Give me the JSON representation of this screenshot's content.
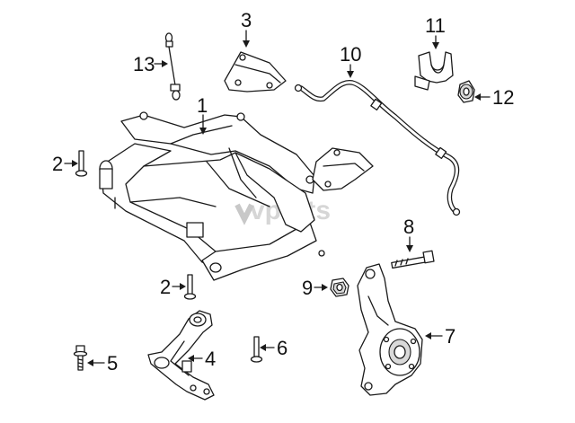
{
  "watermark": {
    "text": "vparts",
    "color": "#c8c8c8"
  },
  "callouts": [
    {
      "id": "1",
      "label": "1"
    },
    {
      "id": "2a",
      "label": "2"
    },
    {
      "id": "2b",
      "label": "2"
    },
    {
      "id": "3",
      "label": "3"
    },
    {
      "id": "4",
      "label": "4"
    },
    {
      "id": "5",
      "label": "5"
    },
    {
      "id": "6",
      "label": "6"
    },
    {
      "id": "7",
      "label": "7"
    },
    {
      "id": "8",
      "label": "8"
    },
    {
      "id": "9",
      "label": "9"
    },
    {
      "id": "10",
      "label": "10"
    },
    {
      "id": "11",
      "label": "11"
    },
    {
      "id": "12",
      "label": "12"
    },
    {
      "id": "13",
      "label": "13"
    }
  ],
  "colors": {
    "line": "#1a1a1a",
    "shade": "#d9d9d9",
    "background": "#ffffff"
  }
}
